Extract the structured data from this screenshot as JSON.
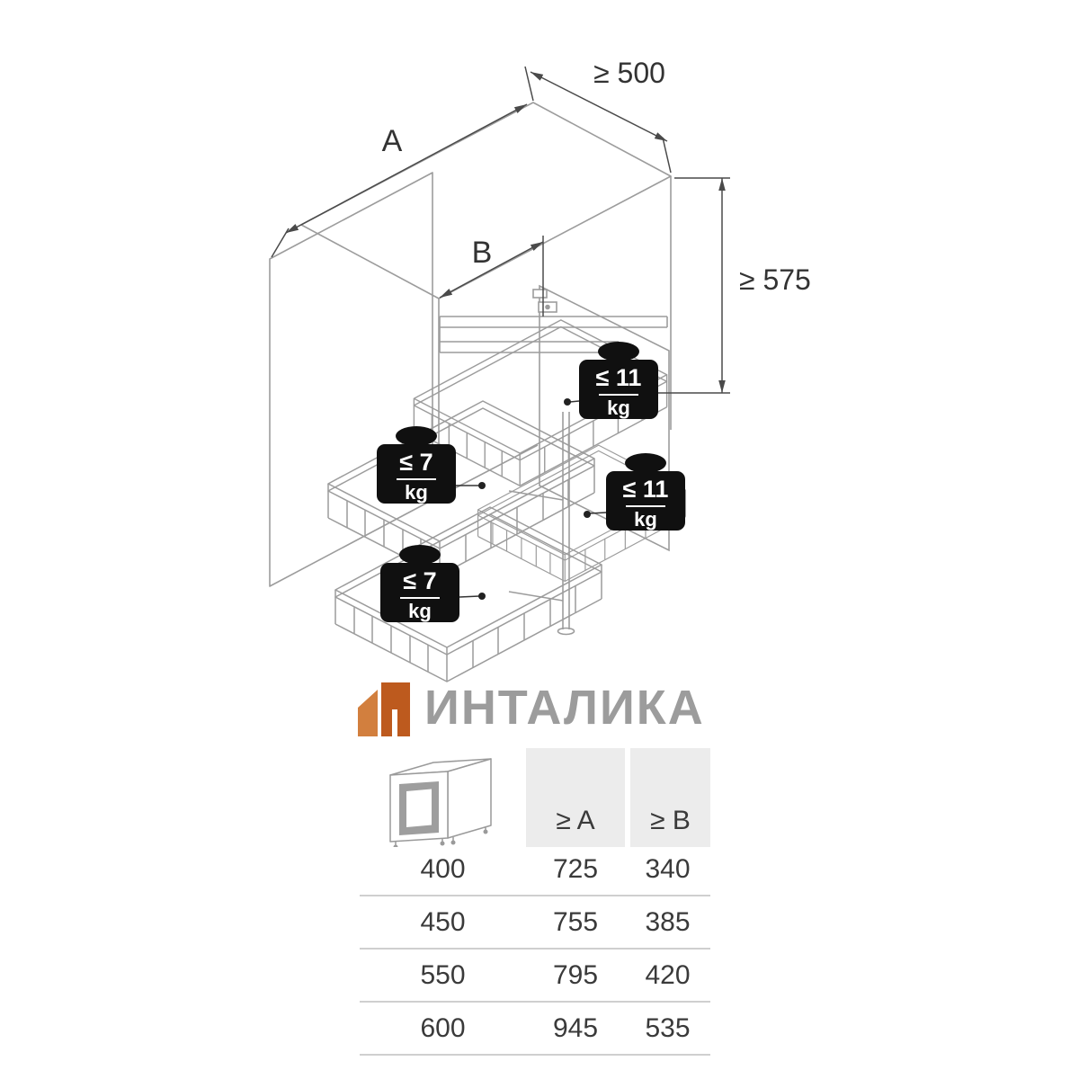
{
  "diagram": {
    "labels": {
      "width": "A",
      "opening": "B",
      "depth_min": "≥ 500",
      "height_min": "≥ 575"
    },
    "weights": [
      {
        "limit": "≤ 11",
        "unit": "kg"
      },
      {
        "limit": "≤ 7",
        "unit": "kg"
      },
      {
        "limit": "≤ 11",
        "unit": "kg"
      },
      {
        "limit": "≤ 7",
        "unit": "kg"
      }
    ]
  },
  "brand": {
    "name": "ИНТАЛИКА",
    "accent_color": "#c05a20",
    "text_color": "#9c9c9c"
  },
  "table": {
    "headers": {
      "col_a": "≥ A",
      "col_b": "≥ B"
    },
    "rows": [
      [
        "400",
        "725",
        "340"
      ],
      [
        "450",
        "755",
        "385"
      ],
      [
        "550",
        "795",
        "420"
      ],
      [
        "600",
        "945",
        "535"
      ]
    ]
  }
}
